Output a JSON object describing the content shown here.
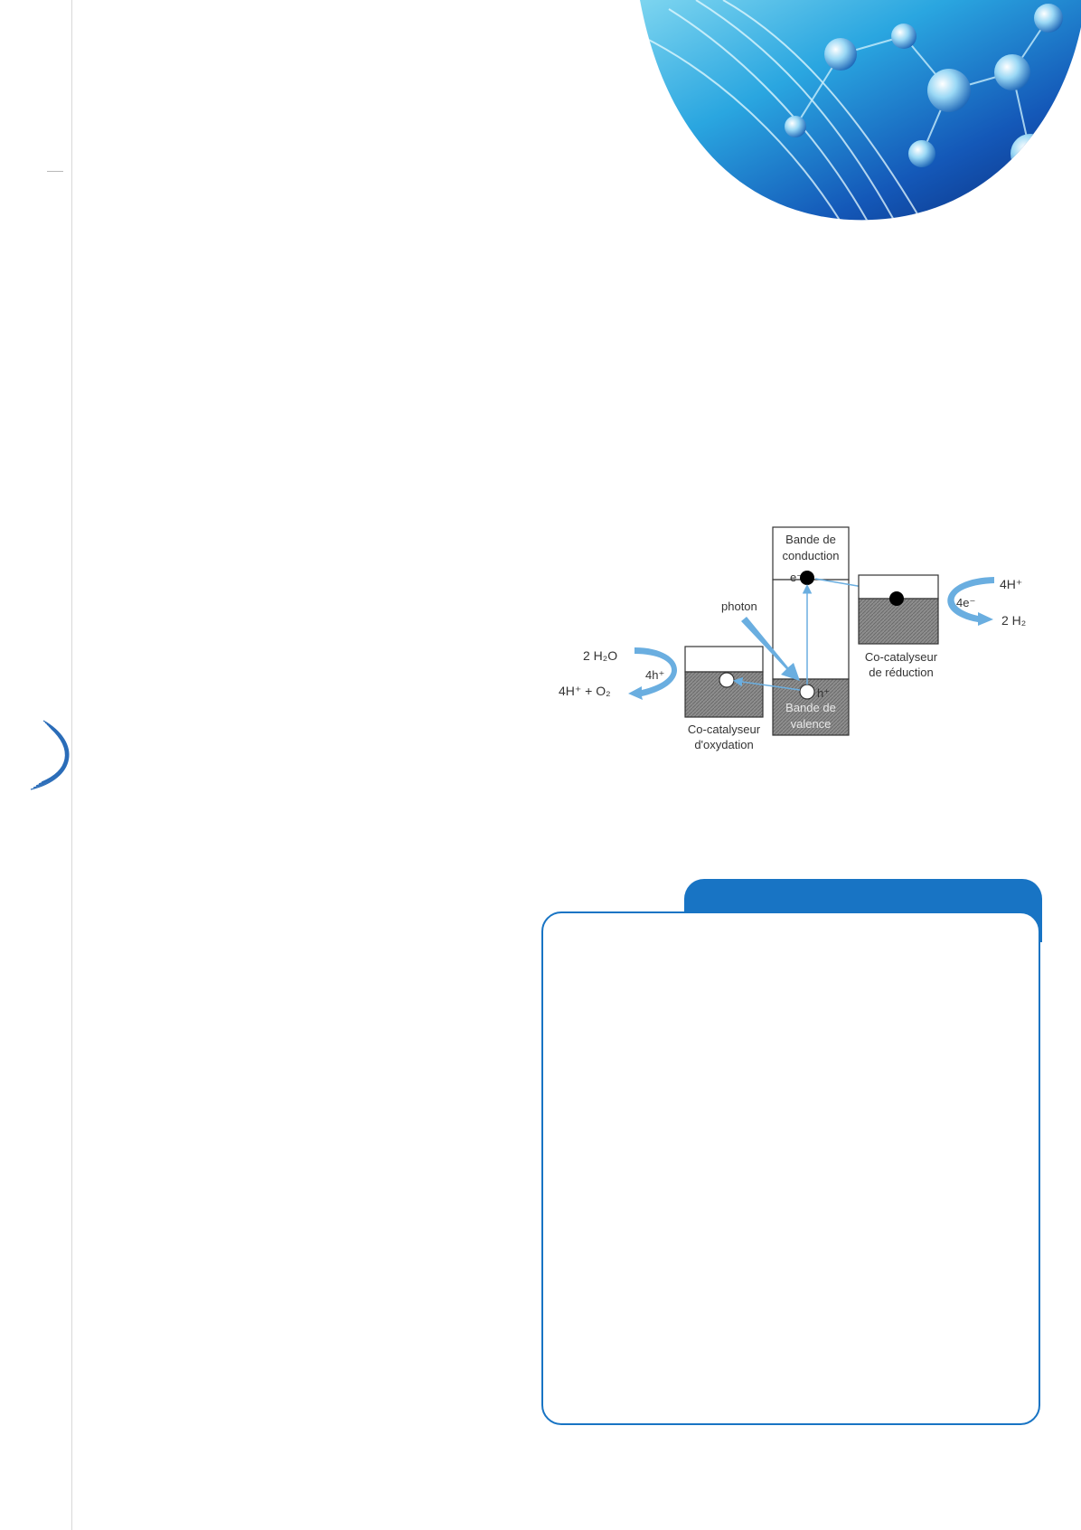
{
  "diagram": {
    "conduction_band": [
      "Bande de",
      "conduction"
    ],
    "valence_band": [
      "Bande de",
      "valence"
    ],
    "photon_label": "photon",
    "electron_label": "e⁻",
    "hole_label": "h⁺",
    "oxidation_cocatalyst": [
      "Co-catalyseur",
      "d'oxydation"
    ],
    "reduction_cocatalyst": [
      "Co-catalyseur",
      "de réduction"
    ],
    "oxidation_reactant": "2 H₂O",
    "oxidation_holes": "4h⁺",
    "oxidation_products": "4H⁺ + O₂",
    "reduction_reactant": "4H⁺",
    "reduction_electrons": "4e⁻",
    "reduction_product": "2 H₂"
  },
  "colors": {
    "accent": "#1874c4",
    "arrow": "#6aaee0",
    "band_fill": "#8e8e8e"
  },
  "sidebar": {
    "icon": "swoosh-logo-icon"
  }
}
